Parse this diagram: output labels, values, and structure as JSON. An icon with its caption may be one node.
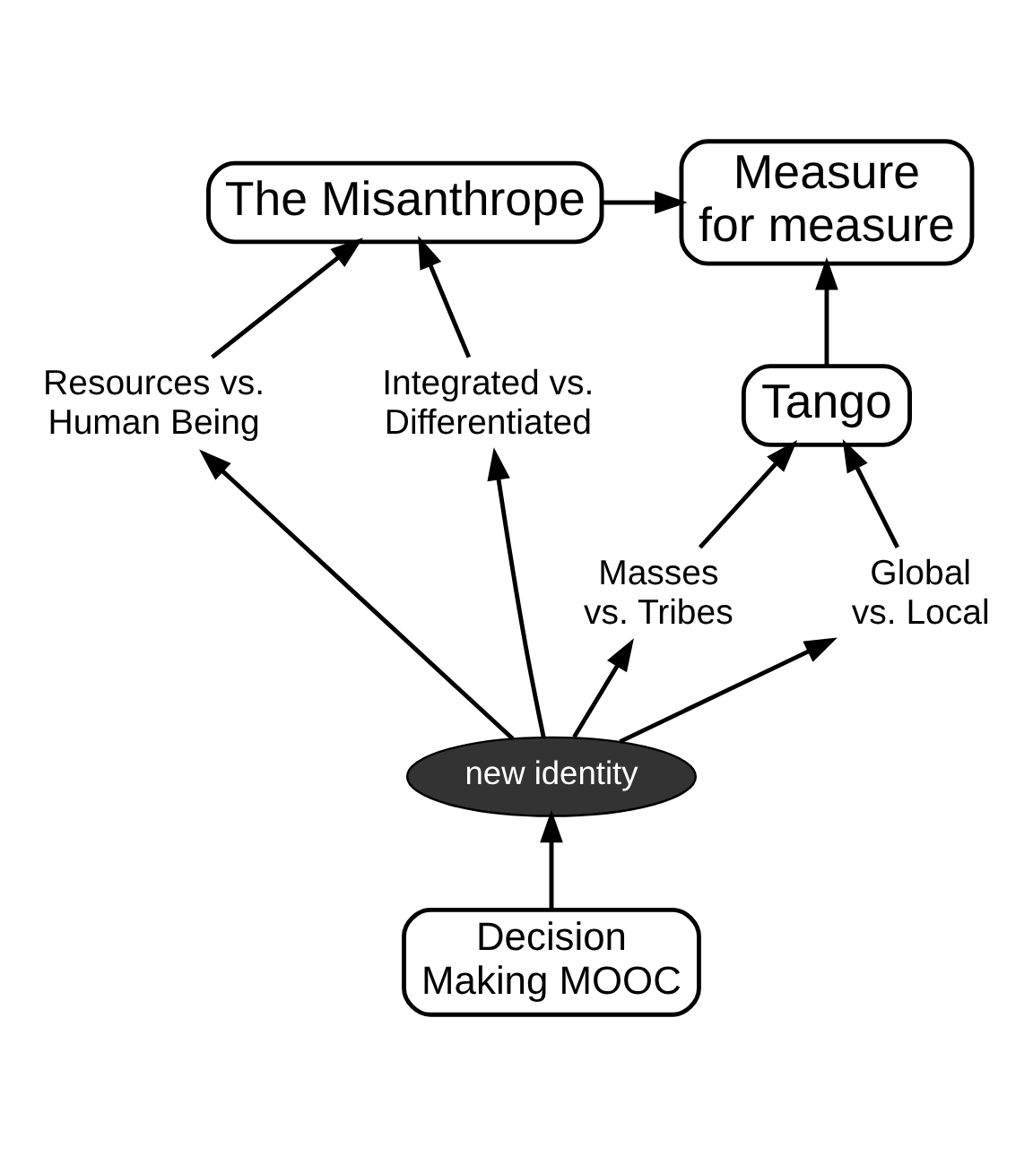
{
  "diagram": {
    "nodes": [
      {
        "text": [
          "Measure for measure"
        ]
      },
      {
        "text": [
          "The Misanthrope"
        ]
      },
      {
        "text": [
          "Resources vs. Human Being"
        ]
      },
      {
        "text": [
          "Integrated vs. Differentiated"
        ]
      },
      {
        "text": [
          "Masses vs. Tribes"
        ]
      },
      {
        "text": [
          "new identity"
        ]
      },
      {
        "text": [
          "Global vs. Local"
        ]
      },
      {
        "text": [
          "Tango"
        ]
      },
      {
        "text": [
          "Decision Making MOOC"
        ]
      }
    ],
    "edges": [
      {
        "from": 1,
        "to": 0,
        "arrow": "to"
      },
      {
        "from": 7,
        "to": 0,
        "arrow": "to"
      },
      {
        "from": 3,
        "to": 1,
        "arrow": "to"
      },
      {
        "from": 2,
        "to": 1,
        "arrow": "to"
      },
      {
        "from": 5,
        "to": 2,
        "arrow": "to"
      },
      {
        "from": 5,
        "to": 3,
        "arrow": "to"
      },
      {
        "from": 5,
        "to": 4,
        "arrow": "to"
      },
      {
        "from": 5,
        "to": 6,
        "arrow": "to"
      },
      {
        "from": 4,
        "to": 7,
        "arrow": "to"
      },
      {
        "from": 6,
        "to": 7,
        "arrow": "to"
      },
      {
        "from": 8,
        "to": 5,
        "arrow": "to"
      }
    ]
  }
}
